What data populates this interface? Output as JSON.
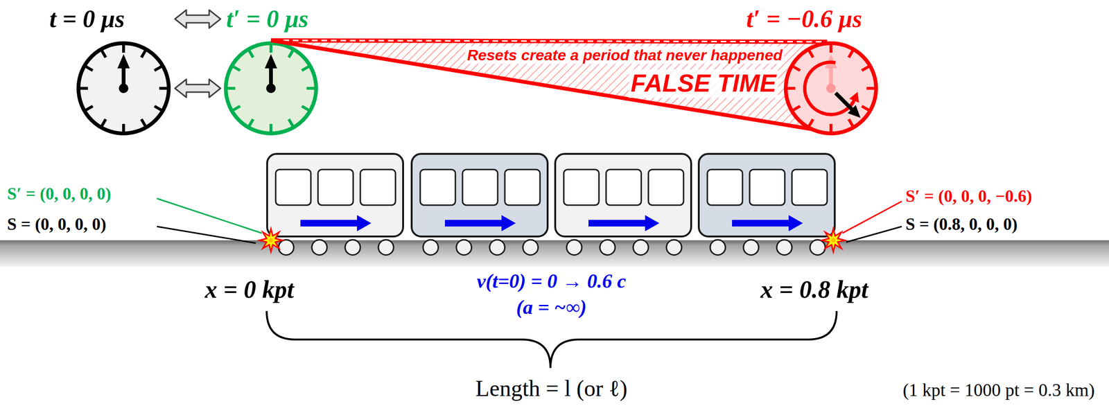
{
  "diagram": {
    "nodes": [
      {
        "text": [
          "t = 0 μs"
        ]
      },
      {
        "text": [
          "t′ = 0 μs"
        ]
      },
      {
        "text": [
          "Resets create a period that never happened",
          "FALSE TIME"
        ]
      },
      {
        "text": [
          "t′ = −0.6 μs"
        ]
      }
    ],
    "edges": [
      {
        "from": 0,
        "to": 1,
        "arrow": "both"
      },
      {
        "from": 0,
        "to": 1,
        "arrow": "both"
      }
    ],
    "labels": [
      "S′ = (0, 0, 0, 0)",
      "S = (0, 0, 0, 0)",
      "S′ = (0, 0, 0, −0.6)",
      "S = (0.8, 0, 0, 0)",
      "v(t=0) = 0 → 0.6 c",
      "(a = ~∞)",
      "x = 0 kpt",
      "x = 0.8 kpt",
      "Length = l (or ℓ)",
      "(1 kpt = 1000 pt = 0.3 km)"
    ]
  }
}
